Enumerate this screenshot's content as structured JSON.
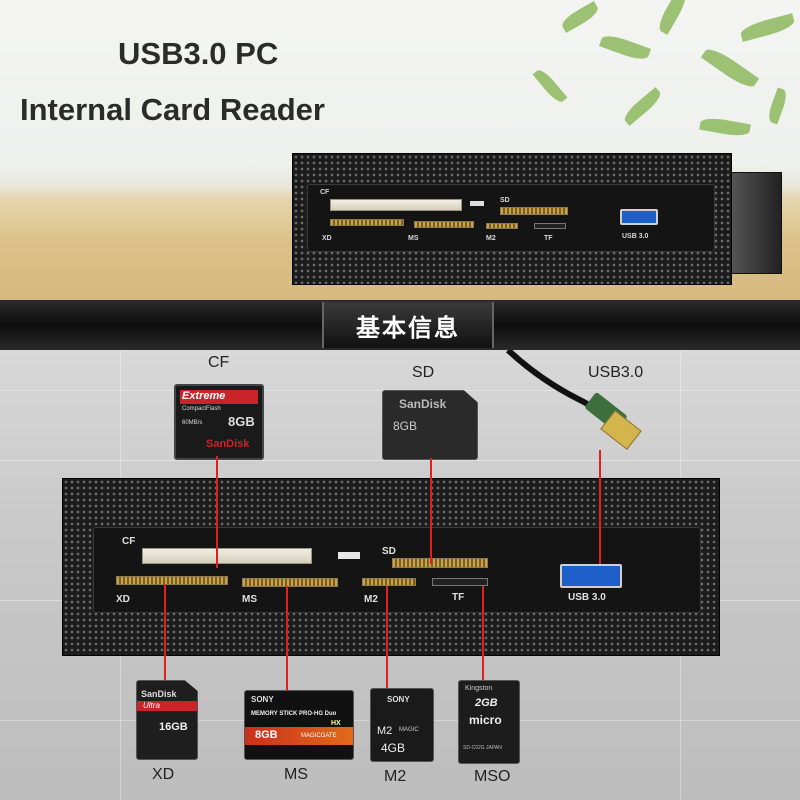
{
  "hero": {
    "title_line1": "USB3.0 PC",
    "title_line2": "Internal Card Reader"
  },
  "panel_top": {
    "labels": {
      "cf": "CF",
      "sd": "SD",
      "xd": "XD",
      "ms": "MS",
      "m2": "M2",
      "tf": "TF",
      "usb": "USB 3.0"
    }
  },
  "banner": {
    "text": "基本信息"
  },
  "callouts": {
    "cf": "CF",
    "sd": "SD",
    "usb": "USB3.0",
    "xd": "XD",
    "ms": "MS",
    "m2": "M2",
    "mso": "MSO"
  },
  "panel_main": {
    "labels": {
      "cf": "CF",
      "sd": "SD",
      "xd": "XD",
      "ms": "MS",
      "m2": "M2",
      "tf": "TF",
      "usb": "USB 3.0"
    }
  },
  "cards": {
    "cf": {
      "brand": "SanDisk",
      "line": "Extreme",
      "sub": "CompactFlash",
      "speed": "60MB/s",
      "cap": "8GB"
    },
    "sd": {
      "brand": "SanDisk",
      "cap": "8GB"
    },
    "xd": {
      "brand": "SanDisk",
      "line": "Ultra",
      "cap": "16GB"
    },
    "ms": {
      "brand": "SONY",
      "line": "MEMORY STICK PRO-HG Duo",
      "cap": "8GB",
      "gate": "MAGICGATE",
      "hx": "HX"
    },
    "m2": {
      "brand": "SONY",
      "line": "M2",
      "sub": "MAGIC",
      "cap": "4GB"
    },
    "mso": {
      "brand": "Kingston",
      "cap": "2GB",
      "line": "micro",
      "sub": "SD-C02G JAPAN"
    }
  },
  "colors": {
    "callout_line": "#e11f1f",
    "usb_port": "#1d5ec9",
    "cf_card": "#c8242a"
  }
}
